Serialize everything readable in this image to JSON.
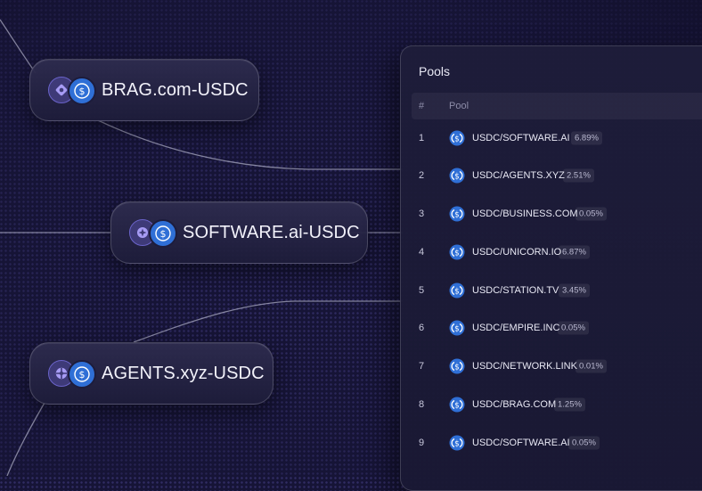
{
  "nodes": [
    {
      "label": "BRAG.com-USDC",
      "token_icon": "gem-token-icon",
      "quote_icon": "usdc-coin-icon"
    },
    {
      "label": "SOFTWARE.ai-USDC",
      "token_icon": "sparkle-token-icon",
      "quote_icon": "usdc-coin-icon"
    },
    {
      "label": "AGENTS.xyz-USDC",
      "token_icon": "network-token-icon",
      "quote_icon": "usdc-coin-icon"
    }
  ],
  "pools": {
    "title": "Pools",
    "columns": {
      "index": "#",
      "pool": "Pool"
    },
    "rows": [
      {
        "index": "1",
        "pair": "USDC/SOFTWARE.AI",
        "fee": "6.89%"
      },
      {
        "index": "2",
        "pair": "USDC/AGENTS.XYZ",
        "fee": "2.51%"
      },
      {
        "index": "3",
        "pair": "USDC/BUSINESS.COM",
        "fee": "0.05%"
      },
      {
        "index": "4",
        "pair": "USDC/UNICORN.IO",
        "fee": "6.87%"
      },
      {
        "index": "5",
        "pair": "USDC/STATION.TV",
        "fee": "3.45%"
      },
      {
        "index": "6",
        "pair": "USDC/EMPIRE.INC",
        "fee": "0.05%"
      },
      {
        "index": "7",
        "pair": "USDC/NETWORK.LINK",
        "fee": "0.01%"
      },
      {
        "index": "8",
        "pair": "USDC/BRAG.COM",
        "fee": "1.25%"
      },
      {
        "index": "9",
        "pair": "USDC/SOFTWARE.AI",
        "fee": "0.05%"
      }
    ]
  },
  "colors": {
    "accent": "#2f6fd6",
    "background": "#161436",
    "panel": "#1e1d3a"
  }
}
